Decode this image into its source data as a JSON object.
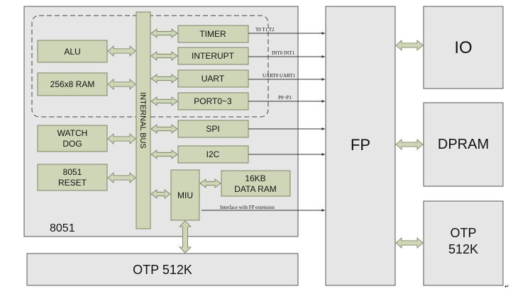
{
  "container_8051": {
    "label": "8051"
  },
  "blocks": {
    "alu": "ALU",
    "ram": "256x8 RAM",
    "watchdog": [
      "WATCH",
      "DOG"
    ],
    "reset": [
      "8051",
      "RESET"
    ],
    "internal_bus": "INTERNAL BUS",
    "timer": "TIMER",
    "interupt": "INTERUPT",
    "uart": "UART",
    "port": "PORT0~3",
    "spi": "SPI",
    "i2c": "I2C",
    "miu": "MIU",
    "data_ram": [
      "16KB",
      "DATA RAM"
    ],
    "otp_bottom": "OTP 512K",
    "fp": "FP",
    "io": "IO",
    "dpram": "DPRAM",
    "otp_right": [
      "OTP",
      "512K"
    ]
  },
  "signals": {
    "timer": "T0 T1 T2",
    "interupt": "INT0 INT1",
    "uart": "UART0 UART1",
    "port": "P0~P3",
    "miu": "Interface with FP extension"
  },
  "colors": {
    "block_fill": "#e6e6e6",
    "component_fill": "#cfd6b8",
    "component_stroke": "#7a8660",
    "arrow_fill": "#cfd6b8",
    "arrow_stroke": "#6f7b55",
    "outline": "#555555"
  }
}
